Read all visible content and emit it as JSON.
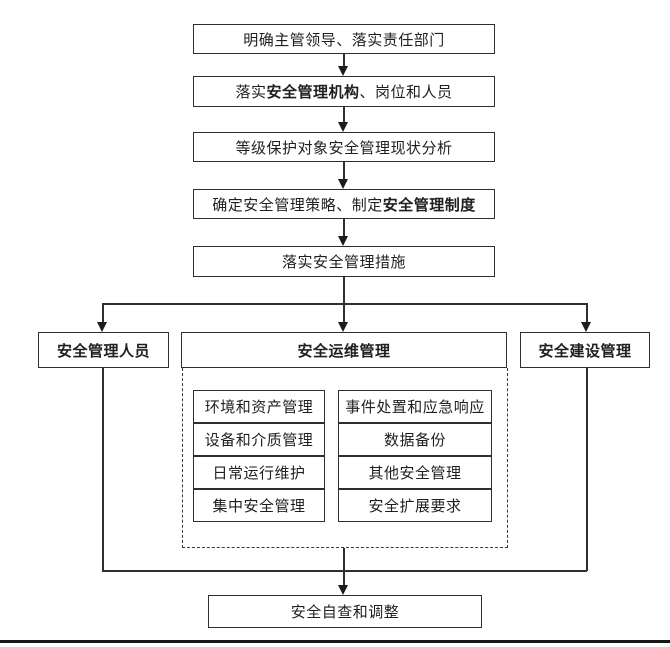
{
  "steps": [
    {
      "label": "明确主管领导、落实责任部门"
    },
    {
      "prefix": "落实",
      "bold": "安全管理机构",
      "suffix": "、岗位和人员"
    },
    {
      "label": "等级保护对象安全管理现状分析"
    },
    {
      "prefix": "确定安全管理策略、制定",
      "bold": "安全管理制度",
      "suffix": ""
    },
    {
      "label": "落实安全管理措施"
    }
  ],
  "branches": {
    "left": {
      "label": "安全管理人员"
    },
    "center": {
      "label": "安全运维管理"
    },
    "right": {
      "label": "安全建设管理"
    }
  },
  "ops": {
    "left": [
      "环境和资产管理",
      "设备和介质管理",
      "日常运行维护",
      "集中安全管理"
    ],
    "right": [
      "事件处置和应急响应",
      "数据备份",
      "其他安全管理",
      "安全扩展要求"
    ]
  },
  "final": {
    "label": "安全自查和调整"
  },
  "colors": {
    "line": "#2e2e2e",
    "text": "#1f1f1f",
    "background": "#ffffff",
    "page_rule": "#151515"
  }
}
